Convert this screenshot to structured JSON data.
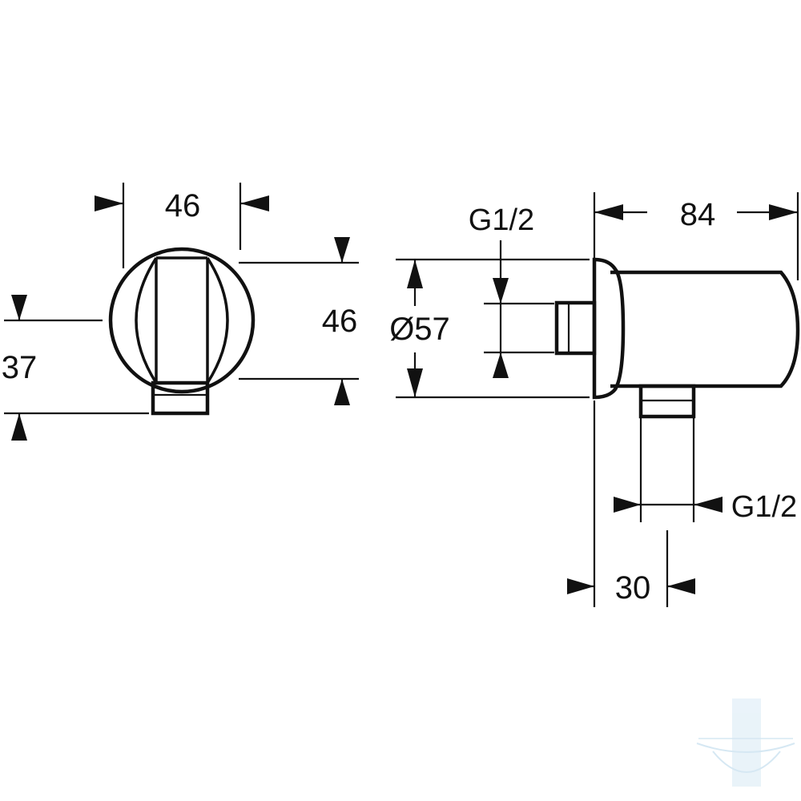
{
  "front_view": {
    "width_dim": "46",
    "height_dim": "46",
    "outlet_offset_dim": "37"
  },
  "side_view": {
    "length_dim": "84",
    "diameter_dim": "Ø57",
    "inlet_thread": "G1/2",
    "outlet_thread": "G1/2",
    "outlet_offset_dim": "30"
  },
  "colors": {
    "line": "#111111",
    "background": "#ffffff",
    "watermark": "#cfe4f2"
  }
}
